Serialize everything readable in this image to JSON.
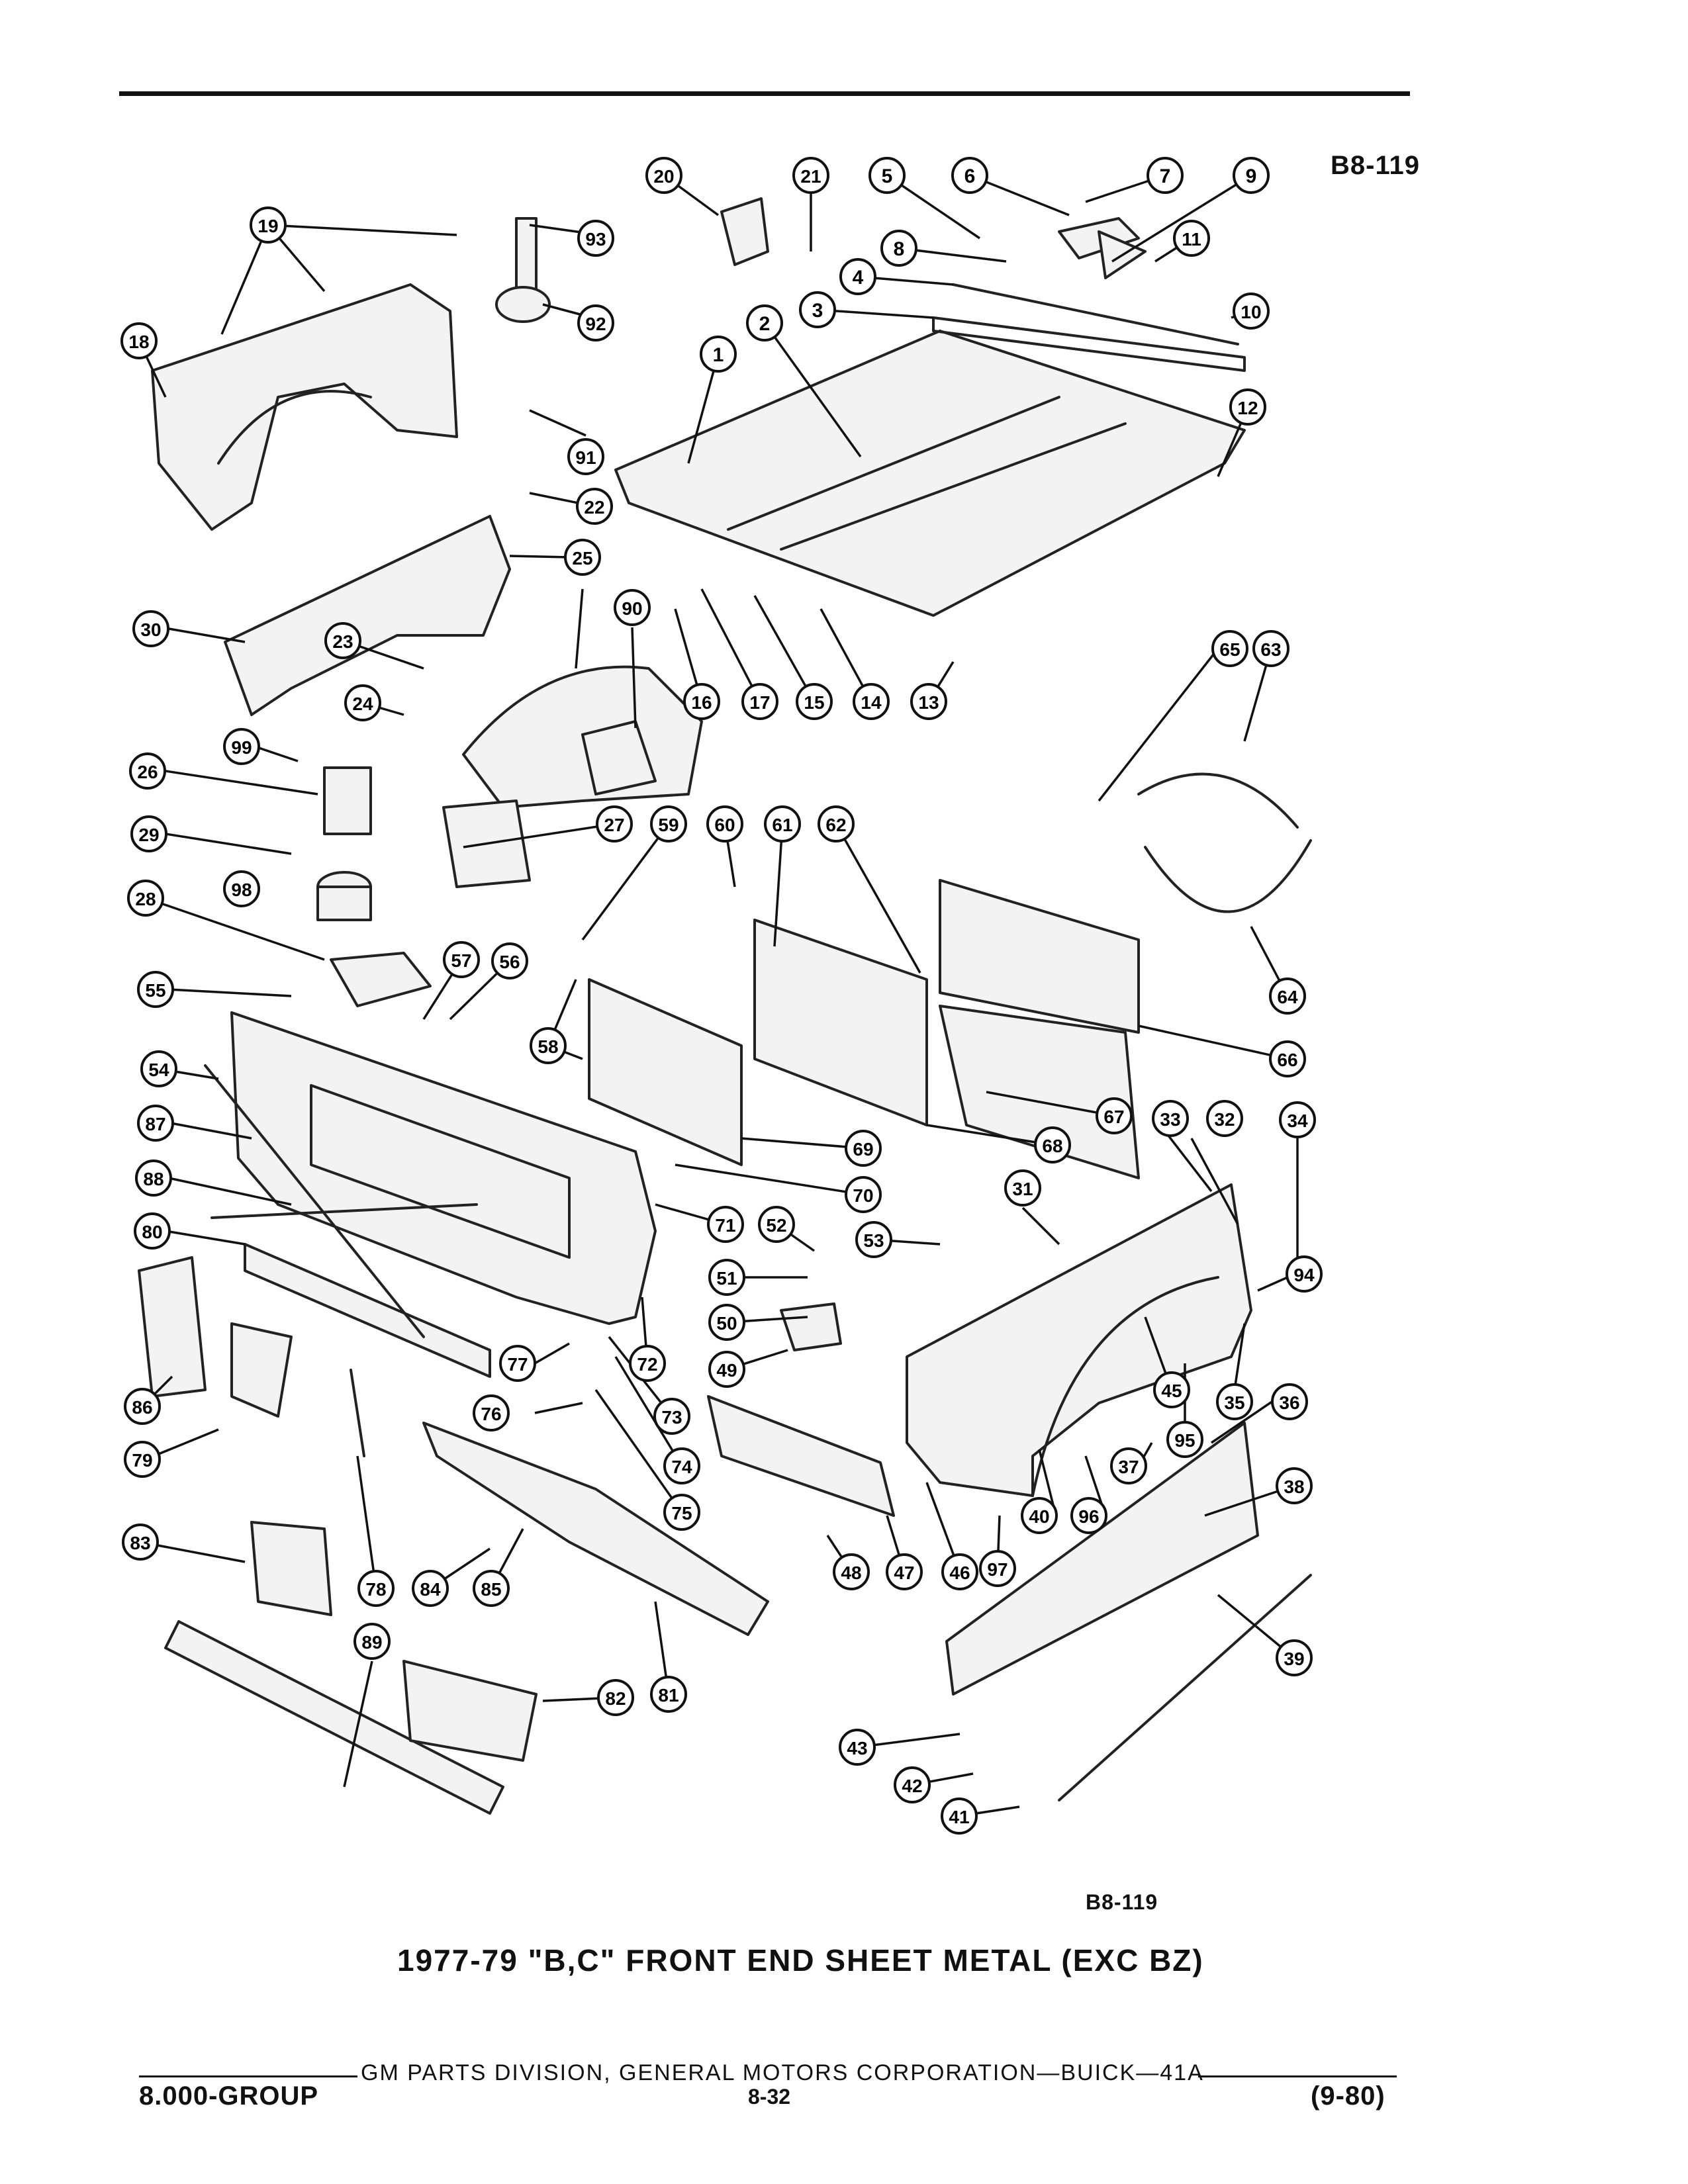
{
  "figure_code_top": "B8-119",
  "figure_code_bottom": "B8-119",
  "title": "1977-79 \"B,C\" FRONT END SHEET METAL (EXC BZ)",
  "footer": {
    "line": "GM PARTS DIVISION, GENERAL MOTORS CORPORATION—BUICK—41A",
    "group": "8.000-GROUP",
    "page": "8-32",
    "date": "(9-80)"
  },
  "callouts": [
    "1",
    "2",
    "3",
    "4",
    "5",
    "6",
    "7",
    "8",
    "9",
    "10",
    "11",
    "12",
    "13",
    "14",
    "15",
    "16",
    "17",
    "18",
    "19",
    "20",
    "21",
    "22",
    "23",
    "24",
    "25",
    "26",
    "27",
    "28",
    "29",
    "30",
    "31",
    "32",
    "33",
    "34",
    "35",
    "36",
    "37",
    "38",
    "39",
    "40",
    "41",
    "42",
    "43",
    "45",
    "46",
    "47",
    "48",
    "49",
    "50",
    "51",
    "52",
    "53",
    "54",
    "55",
    "56",
    "57",
    "58",
    "59",
    "60",
    "61",
    "62",
    "63",
    "64",
    "65",
    "66",
    "67",
    "68",
    "69",
    "70",
    "71",
    "72",
    "73",
    "74",
    "75",
    "76",
    "77",
    "78",
    "79",
    "80",
    "81",
    "82",
    "83",
    "84",
    "85",
    "86",
    "87",
    "88",
    "89",
    "90",
    "91",
    "92",
    "93",
    "94",
    "95",
    "96",
    "97",
    "98",
    "99"
  ]
}
